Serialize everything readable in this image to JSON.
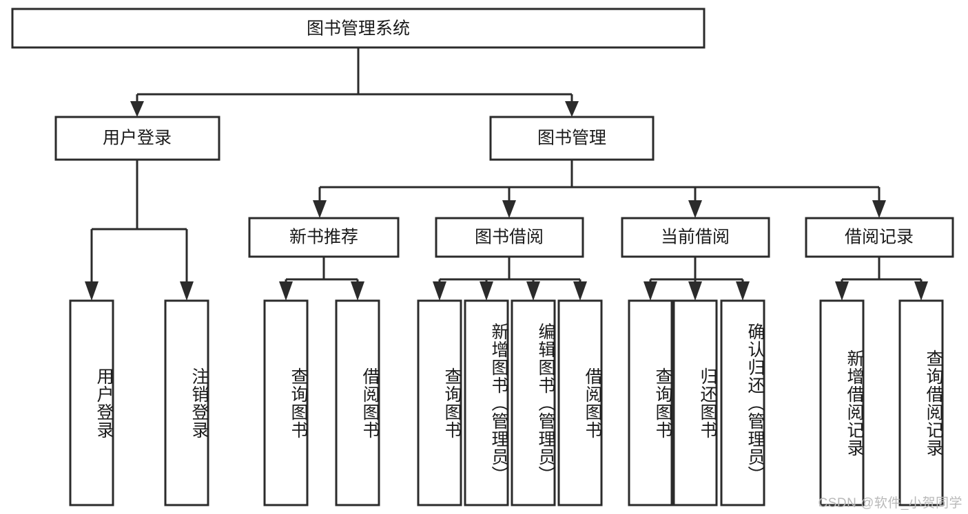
{
  "diagram": {
    "title": "图书管理系统",
    "type": "tree-hierarchy-diagram",
    "root": {
      "label": "图书管理系统"
    },
    "level2": [
      {
        "label": "用户登录"
      },
      {
        "label": "图书管理"
      }
    ],
    "level3": [
      {
        "label": "新书推荐"
      },
      {
        "label": "图书借阅"
      },
      {
        "label": "当前借阅"
      },
      {
        "label": "借阅记录"
      }
    ],
    "leaves": {
      "user_login": [
        {
          "label": "用户登录"
        },
        {
          "label": "注销登录"
        }
      ],
      "new_book_recommend": [
        {
          "label": "查询图书"
        },
        {
          "label": "借阅图书"
        }
      ],
      "book_borrow": [
        {
          "label": "查询图书"
        },
        {
          "label": "新增图书（管理员）"
        },
        {
          "label": "编辑图书（管理员）"
        },
        {
          "label": "借阅图书"
        }
      ],
      "current_borrow": [
        {
          "label": "查询图书"
        },
        {
          "label": "归还图书"
        },
        {
          "label": "确认归还（管理员）"
        }
      ],
      "borrow_record": [
        {
          "label": "新增借阅记录"
        },
        {
          "label": "查询借阅记录"
        }
      ]
    }
  },
  "watermark": {
    "text": "CSDN @软件_小贺同学"
  },
  "colors": {
    "stroke": "#2b2b2b",
    "fill": "#ffffff",
    "text": "#1a1a1a",
    "watermark": "#b9b9b9"
  }
}
